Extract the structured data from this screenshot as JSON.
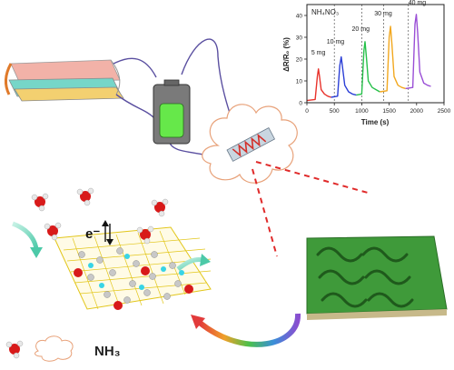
{
  "chart_data": {
    "type": "line",
    "xlabel": "Time (s)",
    "ylabel": "ΔR/R₀ (%)",
    "xlim": [
      0,
      2500
    ],
    "ylim": [
      0,
      45
    ],
    "xticks": [
      "0",
      "500",
      "1000",
      "1500",
      "2000",
      "2500"
    ],
    "yticks": [
      "0",
      "10",
      "20",
      "30",
      "40"
    ],
    "annotation": "NH₄NO₃",
    "series": [
      {
        "name": "5 mg",
        "color": "#e8322b",
        "x": [
          0,
          150,
          190,
          210,
          230,
          260,
          320,
          380,
          440
        ],
        "y": [
          1,
          1.5,
          12,
          15.5,
          12,
          6,
          4,
          3,
          2.5
        ]
      },
      {
        "name": "10 mg",
        "color": "#2b3fd6",
        "x": [
          440,
          560,
          600,
          625,
          650,
          690,
          760,
          830,
          900
        ],
        "y": [
          2.5,
          3,
          17,
          21,
          16,
          8,
          5,
          4,
          3.5
        ]
      },
      {
        "name": "20 mg",
        "color": "#26c04a",
        "x": [
          900,
          1000,
          1040,
          1060,
          1085,
          1120,
          1190,
          1260,
          1330
        ],
        "y": [
          3.5,
          4,
          24,
          28,
          21,
          10,
          7,
          6,
          5
        ]
      },
      {
        "name": "30 mg",
        "color": "#f2a81f",
        "x": [
          1330,
          1460,
          1500,
          1525,
          1550,
          1590,
          1660,
          1730,
          1800
        ],
        "y": [
          5,
          5.5,
          30,
          35,
          27,
          12,
          8,
          7,
          6.5
        ]
      },
      {
        "name": "40 mg",
        "color": "#9a4fd6",
        "x": [
          1800,
          1930,
          1970,
          1995,
          2020,
          2060,
          2130,
          2200,
          2260
        ],
        "y": [
          6.5,
          7,
          36,
          40.5,
          32,
          14,
          9,
          8,
          7.5
        ]
      }
    ],
    "dashed_lines_x": [
      500,
      1000,
      1400,
      1850
    ],
    "labels": [
      {
        "text": "5 mg",
        "x": 80,
        "y": 22
      },
      {
        "text": "10 mg",
        "x": 360,
        "y": 27
      },
      {
        "text": "20 mg",
        "x": 820,
        "y": 33
      },
      {
        "text": "30 mg",
        "x": 1230,
        "y": 40
      },
      {
        "text": "40 mg",
        "x": 1850,
        "y": 45
      }
    ]
  },
  "diagram": {
    "electron_label": "e⁻",
    "legend_label": "NH₃"
  }
}
